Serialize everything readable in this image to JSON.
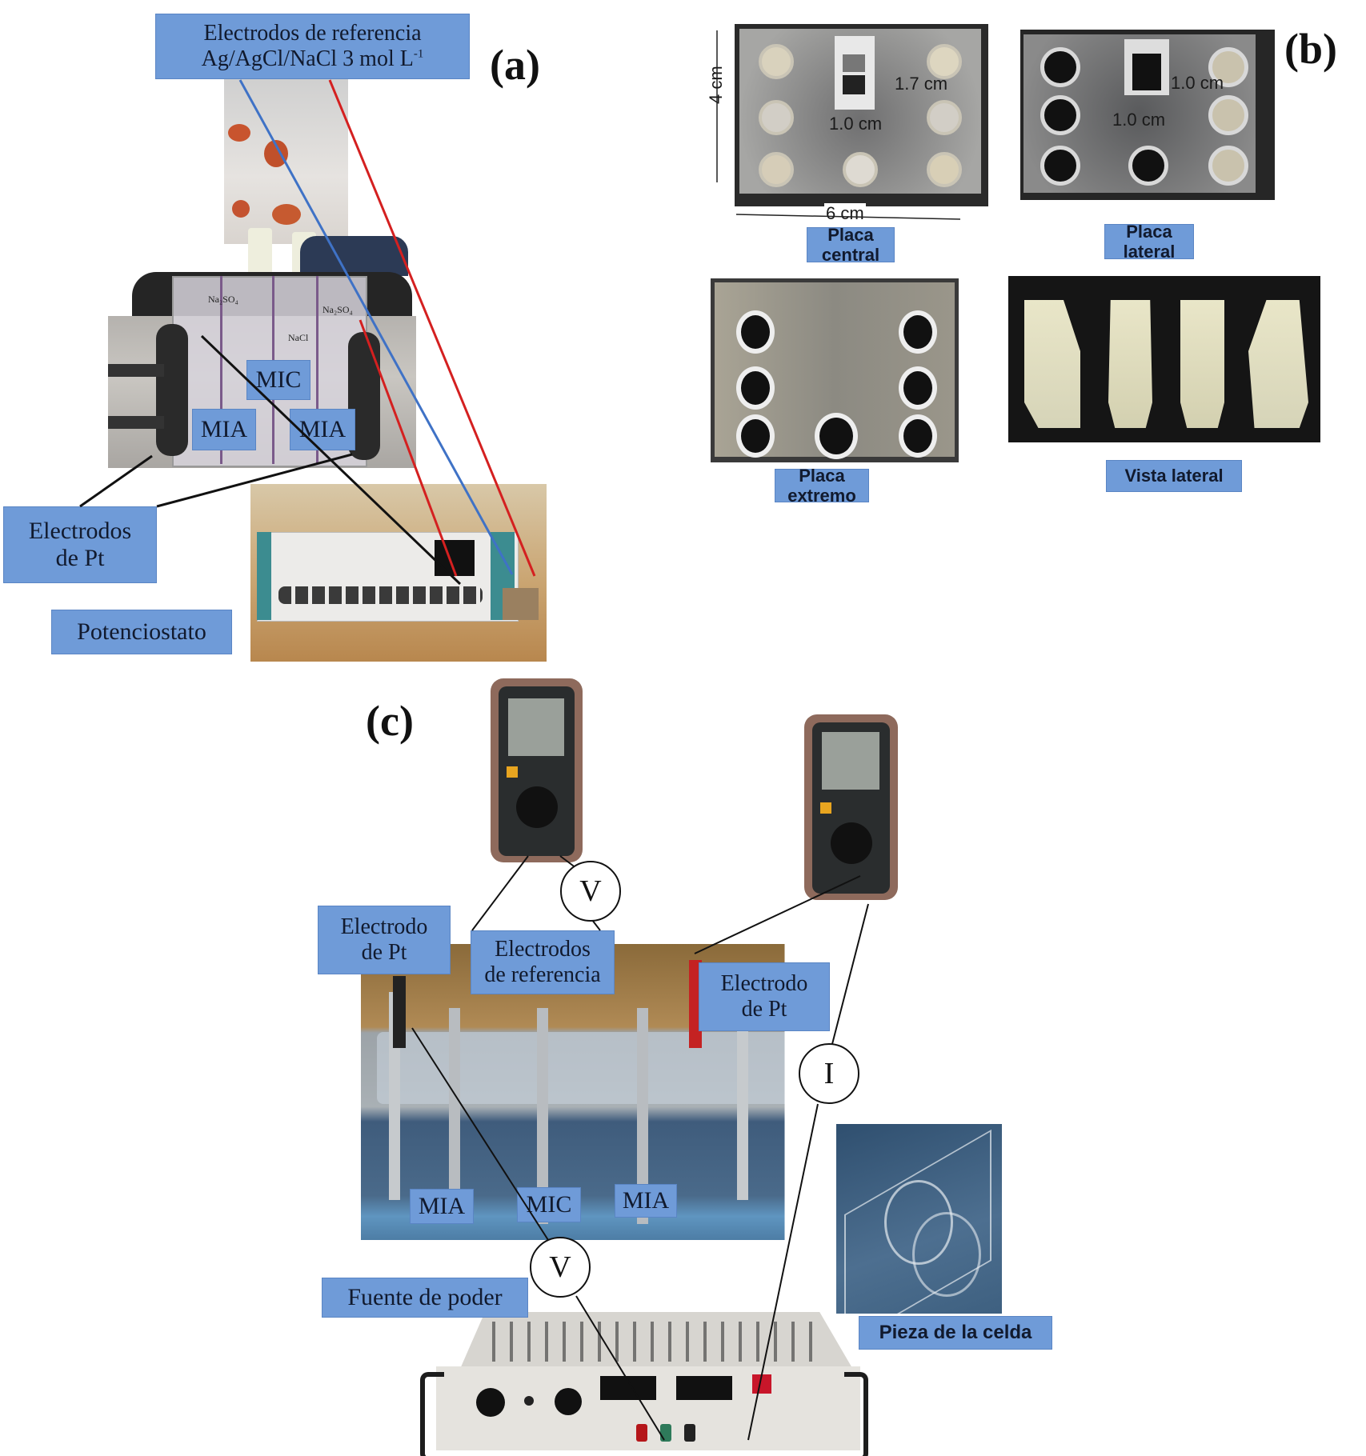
{
  "panel_a": {
    "letter": "(a)",
    "ref_label_line1": "Electrodos de referencia",
    "ref_label_line2": "Ag/AgCl/NaCl 3 mol L",
    "ref_label_sup": "-1",
    "mic": "MIC",
    "mia_left": "MIA",
    "mia_right": "MIA",
    "pt_line1": "Electrodos",
    "pt_line2": "de Pt",
    "potentiostat": "Potenciostato",
    "cell_marks": [
      "Na₂SO₄",
      "NaCl",
      "Na₂SO₄"
    ]
  },
  "panel_b": {
    "letter": "(b)",
    "central": {
      "label": "Placa central",
      "height_dim": "4 cm",
      "width_dim": "6 cm",
      "window_h": "1.7 cm",
      "window_w": "1.0 cm"
    },
    "lateral": {
      "label": "Placa lateral",
      "window_h": "1.0 cm",
      "window_w": "1.0 cm"
    },
    "extremo": {
      "label": "Placa extremo"
    },
    "vista": {
      "label": "Vista lateral"
    }
  },
  "panel_c": {
    "letter": "(c)",
    "pt_left_line1": "Electrodo",
    "pt_left_line2": "de Pt",
    "ref_line1": "Electrodos",
    "ref_line2": "de referencia",
    "pt_right_line1": "Electrodo",
    "pt_right_line2": "de Pt",
    "mia_left": "MIA",
    "mic": "MIC",
    "mia_right": "MIA",
    "meter_v_top": "V",
    "meter_i": "I",
    "meter_v_bottom": "V",
    "power_supply": "Fuente de poder",
    "cell_piece": "Pieza de la celda"
  },
  "colors": {
    "label_bg": "#6f9bd8",
    "line_blue": "#3f72c6",
    "line_red": "#d42020",
    "line_black": "#111111"
  }
}
